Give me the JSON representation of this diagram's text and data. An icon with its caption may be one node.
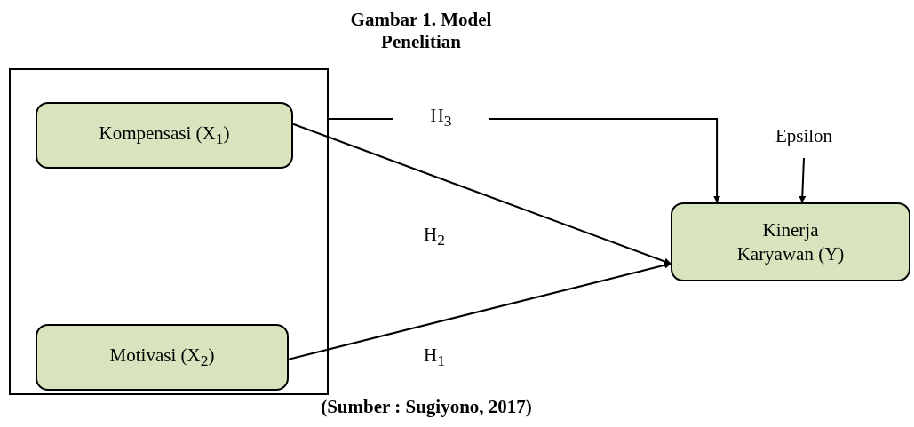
{
  "diagram": {
    "title": "Gambar 1. Model Penelitian",
    "caption": "(Sumber : Sugiyono, 2017)",
    "nodes": [
      {
        "text": [],
        "shape": "box"
      },
      {
        "text": [
          "Kompensasi (X$_{1}$)"
        ],
        "in": 0
      },
      {
        "text": [
          "Motivasi (X$_{2}$)"
        ],
        "in": 0
      },
      {
        "text": [
          "Kinerja Karyawan (Y)"
        ]
      },
      {
        "text": [
          "Epsilon"
        ]
      }
    ],
    "edges": [
      {
        "from": 0,
        "to": 3,
        "arrow": "to",
        "label": "H$_{3}$"
      },
      {
        "from": 1,
        "to": 3,
        "arrow": "to"
      },
      {
        "from": 2,
        "to": 3,
        "arrow": "to"
      },
      {
        "from": 4,
        "to": 3,
        "arrow": "to"
      }
    ],
    "labels": [
      "H$_{2}$",
      "H$_{1}$"
    ]
  }
}
